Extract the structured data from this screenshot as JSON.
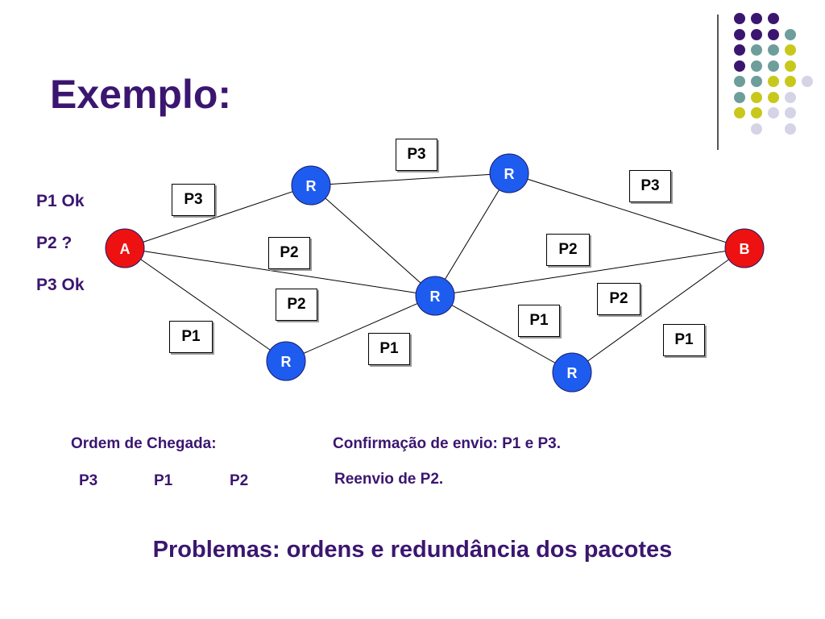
{
  "slide": {
    "title": "Exemplo:",
    "status": [
      "P1 Ok",
      "P2 ?",
      "P3 Ok"
    ],
    "nodes": {
      "A": "A",
      "B": "B",
      "R": "R"
    },
    "packets": [
      "P3",
      "P3",
      "P3",
      "P2",
      "P2",
      "P2",
      "P2",
      "P1",
      "P1",
      "P1",
      "P1"
    ],
    "arrival_label": "Ordem de Chegada:",
    "arrival_order": [
      "P3",
      "P1",
      "P2"
    ],
    "confirmation": "Confirmação de envio: P1 e P3.",
    "resend": "Reenvio de P2.",
    "problems": "Problemas: ordens e redundância dos pacotes"
  },
  "colors": {
    "title": "#3b1670",
    "source_dest_node": "#ee1111",
    "router_node": "#1e5cf0",
    "decor_purple": "#3b1670",
    "decor_teal": "#6e9e9c",
    "decor_yellow": "#c8c81c",
    "decor_lavender": "#d4d4e6"
  },
  "decoration": {
    "dot_grid": [
      [
        "purple",
        "purple",
        "purple",
        "none"
      ],
      [
        "purple",
        "purple",
        "purple",
        "teal"
      ],
      [
        "purple",
        "teal",
        "teal",
        "yellow"
      ],
      [
        "purple",
        "teal",
        "teal",
        "yellow"
      ],
      [
        "teal",
        "teal",
        "yellow",
        "yellow",
        "lavender"
      ],
      [
        "teal",
        "yellow",
        "yellow",
        "lavender"
      ],
      [
        "yellow",
        "yellow",
        "lavender",
        "lavender"
      ],
      [
        "none",
        "lavender",
        "none",
        "lavender"
      ]
    ]
  }
}
